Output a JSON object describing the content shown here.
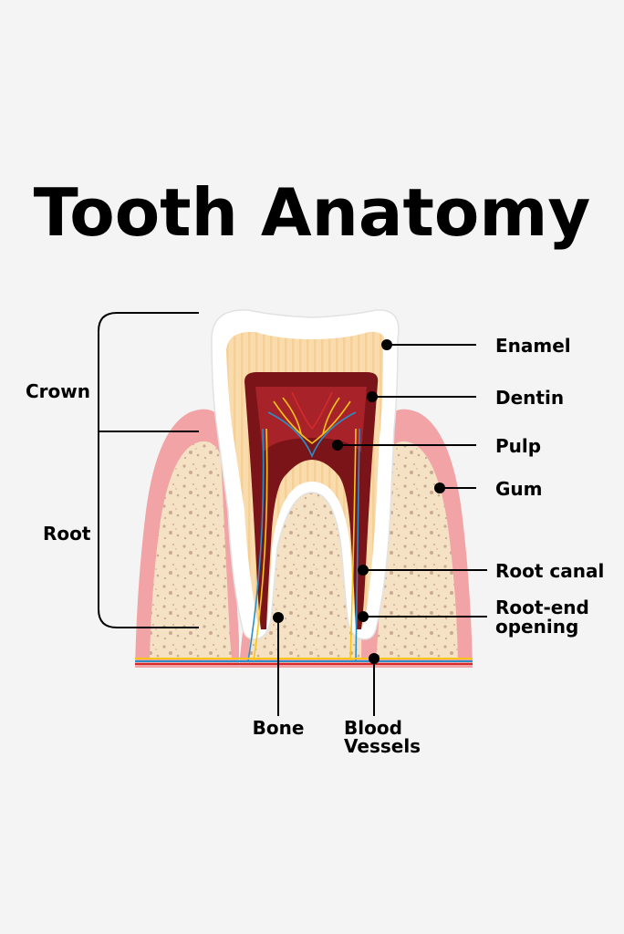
{
  "title": "Tooth Anatomy",
  "labels": {
    "crown": "Crown",
    "root": "Root",
    "enamel": "Enamel",
    "dentin": "Dentin",
    "pulp": "Pulp",
    "gum": "Gum",
    "root_canal": "Root canal",
    "root_end_opening_1": "Root-end",
    "root_end_opening_2": "opening",
    "bone": "Bone",
    "blood_vessels_1": "Blood",
    "blood_vessels_2": "Vessels"
  },
  "colors": {
    "background": "#f4f4f4",
    "enamel": "#ffffff",
    "dentin": "#f9dcae",
    "pulp_outer": "#7a1418",
    "pulp_inner": "#a8222a",
    "gum": "#f1a3a6",
    "bone": "#f5e1c3",
    "nerve": "#f5c518",
    "artery": "#d42a2a",
    "vein": "#2a8fc7",
    "ink": "#000000"
  }
}
